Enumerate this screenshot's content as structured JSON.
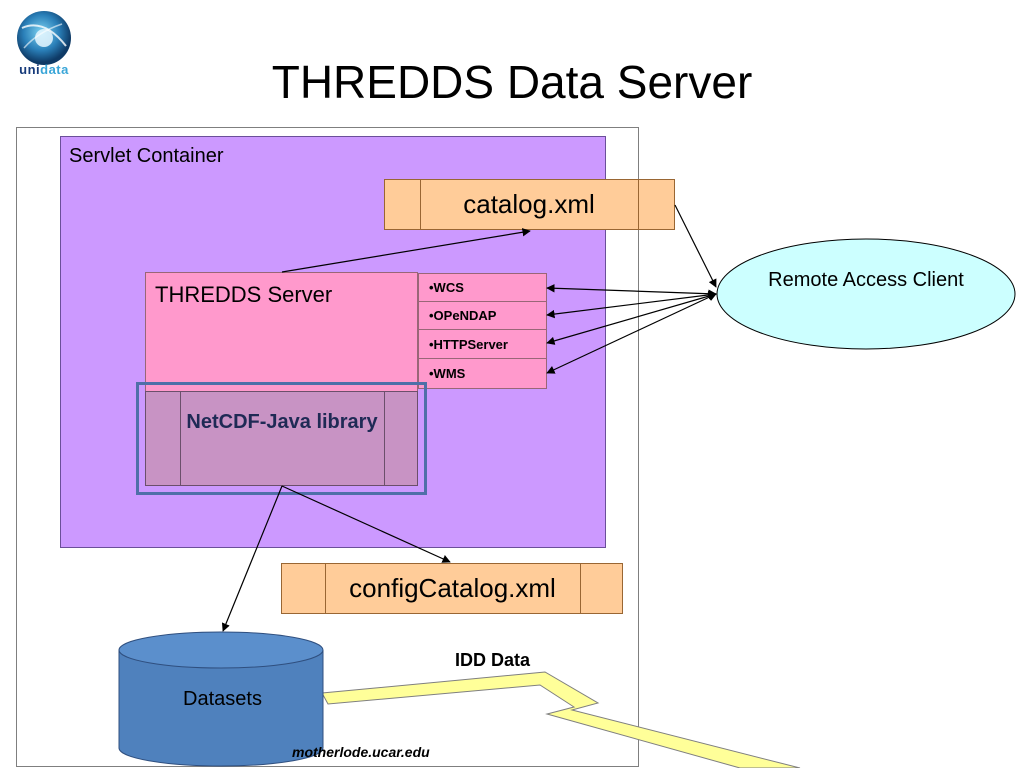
{
  "slide": {
    "title": "THREDDS Data Server",
    "logo_prefix": "uni",
    "logo_suffix": "data"
  },
  "diagram": {
    "servlet_container": "Servlet Container",
    "thredds_server": "THREDDS Server",
    "services": [
      "•WCS",
      "•OPeNDAP",
      "•HTTPServer",
      "•WMS"
    ],
    "library": "NetCDF-Java library",
    "catalog_file": "catalog.xml",
    "config_file": "configCatalog.xml",
    "remote_client": "Remote Access Client",
    "datasets": "Datasets",
    "idd_data": "IDD Data",
    "host": "motherlode.ucar.edu"
  },
  "colors": {
    "servlet": "#cc99ff",
    "thredds": "#ff99cc",
    "library": "#c893c4",
    "files": "#ffcc99",
    "client": "#ccffff",
    "datasets": "#4f81bd",
    "lightning": "#ffff99"
  }
}
